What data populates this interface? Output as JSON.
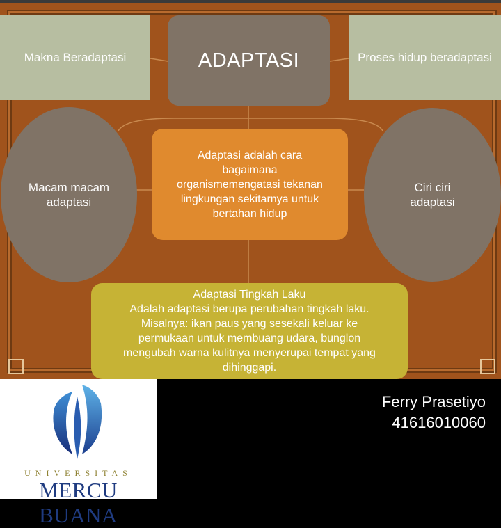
{
  "diagram": {
    "center_title": "ADAPTASI",
    "top_left": "Makna Beradaptasi",
    "top_right": "Proses hidup beradaptasi",
    "left_ellipse": "Macam macam\nadaptasi",
    "right_ellipse": "Ciri ciri\nadaptasi",
    "center_definition": "Adaptasi adalah cara\nbagaimana\norganismemengatasi tekanan\nlingkungan sekitarnya untuk\nbertahan hidup",
    "bottom_box": "Adaptasi Tingkah Laku\nAdalah adaptasi berupa perubahan tingkah laku.\nMisalnya: ikan paus yang sesekali keluar ke\npermukaan untuk membuang udara, bunglon\nmengubah warna kulitnya menyerupai tempat yang\ndihinggapi."
  },
  "logo": {
    "small_text": "UNIVERSITAS",
    "big_text": "MERCU BUANA",
    "colors": {
      "blue": "#1f3b80",
      "gold": "#8f8233"
    }
  },
  "author": {
    "name": "Ferry Prasetiyo",
    "id": "41616010060"
  },
  "colors": {
    "background": "#a0531c",
    "sage": "#b7bea1",
    "grey": "#807366",
    "orange": "#e08a2e",
    "olive": "#c6b335"
  }
}
